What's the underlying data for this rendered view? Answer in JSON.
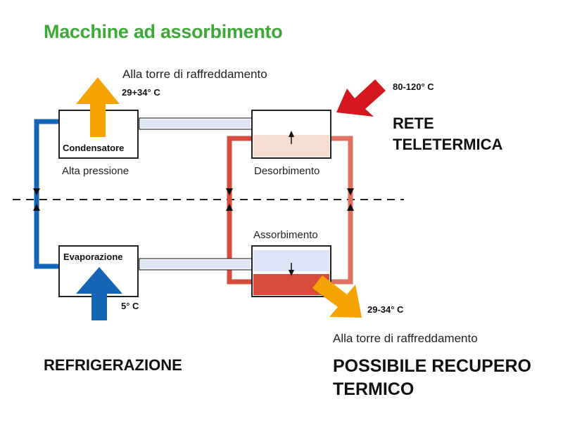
{
  "title": "Macchine ad assorbimento",
  "labels": {
    "cooling_tower_top": "Alla torre di raffreddamento",
    "cooling_tower_bottom": "Alla torre di raffreddamento",
    "high_pressure": "Alta pressione",
    "desorption": "Desorbimento",
    "absorption": "Assorbimento",
    "condenser": "Condensatore",
    "evaporation": "Evaporazione"
  },
  "temperatures": {
    "condenser_out": "29+34° C",
    "network_in": "80-120° C",
    "evaporator_in": "5° C",
    "absorber_out": "29-34° C"
  },
  "headings": {
    "district_heating_line1": "RETE",
    "district_heating_line2": "TELETERMICA",
    "refrigeration": "REFRIGERAZIONE",
    "recovery_line1": "POSSIBILE RECUPERO",
    "recovery_line2": "TERMICO"
  },
  "colors": {
    "title_green": "#3aaa35",
    "pipe_blue": "#1565b7",
    "pipe_red": "#d84b3a",
    "arrow_orange": "#f5a300",
    "arrow_red": "#d4161f",
    "arrow_blue": "#1565b7",
    "light_blue": "#dce4f5",
    "light_pink": "#f7dcd0"
  },
  "icons": {
    "orange_up_arrow": "arrow-up-icon",
    "red_diagonal_arrow": "arrow-down-left-icon",
    "blue_up_arrow": "arrow-up-icon",
    "orange_diagonal_arrow": "arrow-down-right-icon"
  }
}
